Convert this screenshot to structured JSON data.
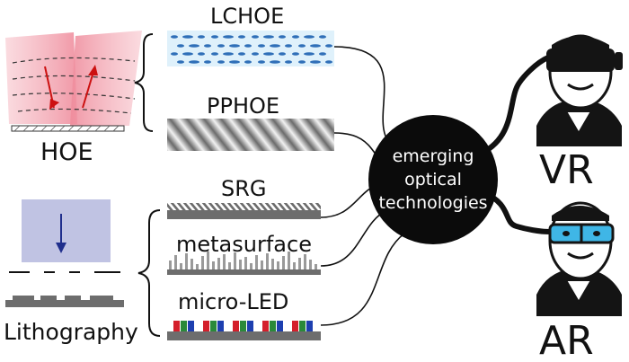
{
  "labels": {
    "hoe": "HOE",
    "lithography": "Lithography",
    "lchoe": "LCHOE",
    "pphoe": "PPHOE",
    "srg": "SRG",
    "metasurface": "metasurface",
    "micro_led": "micro-LED",
    "vr": "VR",
    "ar": "AR"
  },
  "hub": {
    "lines": [
      "emerging",
      "optical",
      "technologies"
    ]
  },
  "colors": {
    "hub_fill": "#0b0b0b",
    "lchoe_bg": "#dff1fb",
    "lchoe_ellipse": "#2f6fb8",
    "hoe_tint": "#f4a9b4",
    "hoe_arrow": "#cc1111",
    "litho_tint": "#b9bde0",
    "litho_arrow": "#1f2e8c",
    "substrate": "#6d6d6d",
    "led_red": "#d41f2b",
    "led_green": "#2a8a3a",
    "led_blue": "#1d3fb0",
    "ar_glasses": "#3fb6e6",
    "person": "#141414"
  },
  "icons": [
    "hoe-illustration",
    "lithography-illustration",
    "vr-headset-person-icon",
    "ar-glasses-person-icon"
  ]
}
